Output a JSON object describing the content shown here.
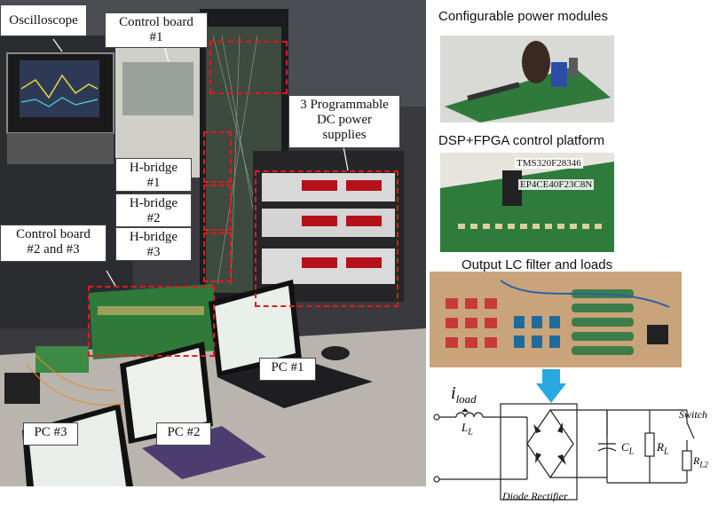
{
  "main_photo": {
    "labels": {
      "oscilloscope": "Oscilloscope",
      "control_board_1_line1": "Control board",
      "control_board_1_line2": "#1",
      "dc_supplies_line1": "3 Programmable",
      "dc_supplies_line2": "DC power",
      "dc_supplies_line3": "supplies",
      "hbridge1_line1": "H-bridge",
      "hbridge1_line2": "#1",
      "hbridge2_line1": "H-bridge",
      "hbridge2_line2": "#2",
      "hbridge3_line1": "H-bridge",
      "hbridge3_line2": "#3",
      "control_board_23_line1": "Control board",
      "control_board_23_line2": "#2 and #3",
      "pc1": "PC #1",
      "pc2": "PC #2",
      "pc3": "PC #3"
    }
  },
  "right_panel": {
    "power_modules_title": "Configurable power modules",
    "dsp_title": "DSP+FPGA control platform",
    "dsp_chip1": "TMS320F28346",
    "dsp_chip2": "EP4CE40F23C8N",
    "filter_title": "Output LC filter and loads"
  },
  "circuit": {
    "i_load": "i",
    "i_load_sub": "load",
    "inductor": "L",
    "inductor_sub": "L",
    "capacitor": "C",
    "capacitor_sub": "L",
    "resistor1": "R",
    "resistor1_sub": "L",
    "switch_label": "Switch",
    "resistor2": "R",
    "resistor2_sub": "L2",
    "rectifier_label": "Diode Rectifier"
  },
  "colors": {
    "annotation_red": "#e11b1b",
    "arrow_blue": "#29a8e0",
    "pcb_green": "#2f7a3a"
  }
}
